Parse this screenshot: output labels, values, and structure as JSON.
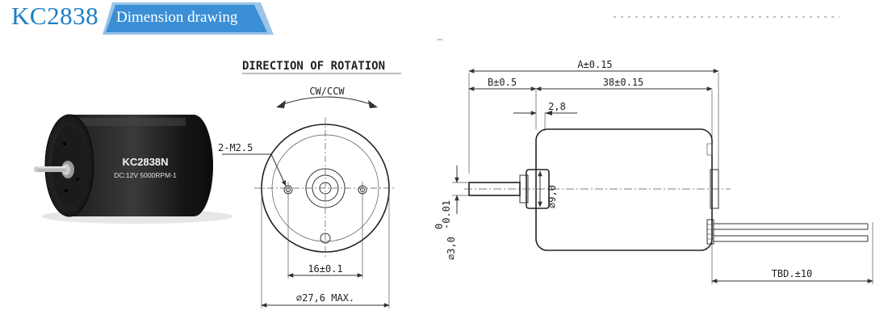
{
  "header": {
    "model": "KC2838",
    "tab_label": "Dimension drawing",
    "colors": {
      "title": "#1a7fc6",
      "tab": "#3b8fd6"
    }
  },
  "photo": {
    "label_model": "KC2838N",
    "label_spec": "DC:12V 5000RPM-1"
  },
  "front_view": {
    "title": "DIRECTION OF ROTATION",
    "rotation_label": "CW/CCW",
    "holes_label": "2-M2.5",
    "hole_spacing": "16±0.1",
    "diameter": "⌀27,6 MAX."
  },
  "side_view": {
    "total_length": "A±0.15",
    "shaft_length": "B±0.5",
    "body_length": "38±0.15",
    "boss_length": "2,8",
    "boss_diameter": "⌀9,0",
    "shaft_diameter_main": "⌀3,0",
    "shaft_tol_upper": "0",
    "shaft_tol_lower": "-0.01",
    "lead_length": "TBD.±10"
  }
}
